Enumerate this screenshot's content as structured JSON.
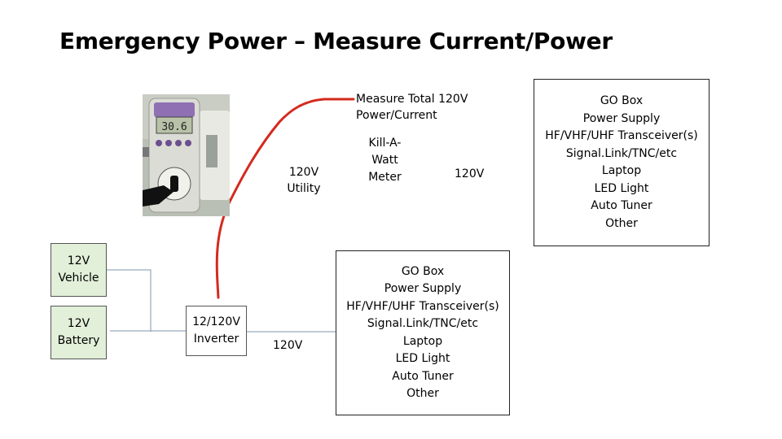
{
  "slide": {
    "title": "Emergency Power – Measure Current/Power"
  },
  "sources": {
    "vehicle": [
      "12V",
      "Vehicle"
    ],
    "battery": [
      "12V",
      "Battery"
    ]
  },
  "inverter": [
    "12/120V",
    "Inverter"
  ],
  "labels": {
    "utility": [
      "120V",
      "Utility"
    ],
    "inverter_out": "120V",
    "meter_out": "120V",
    "measure": [
      "Measure Total 120V",
      "Power/Current"
    ]
  },
  "meter": {
    "lines": [
      "Kill-A-",
      "Watt",
      "Meter"
    ],
    "display": "30.6"
  },
  "go_box_top": [
    "GO Box",
    "Power Supply",
    "HF/VHF/UHF Transceiver(s)",
    "Signal.Link/TNC/etc",
    "Laptop",
    "LED Light",
    "Auto Tuner",
    "Other"
  ],
  "go_box_bottom": [
    "GO Box",
    "Power Supply",
    "HF/VHF/UHF Transceiver(s)",
    "Signal.Link/TNC/etc",
    "Laptop",
    "LED Light",
    "Auto Tuner",
    "Other"
  ],
  "colors": {
    "source_fill": "#e2efd9",
    "red_wire": "#d42a1e",
    "wire": "#7f95ad"
  }
}
